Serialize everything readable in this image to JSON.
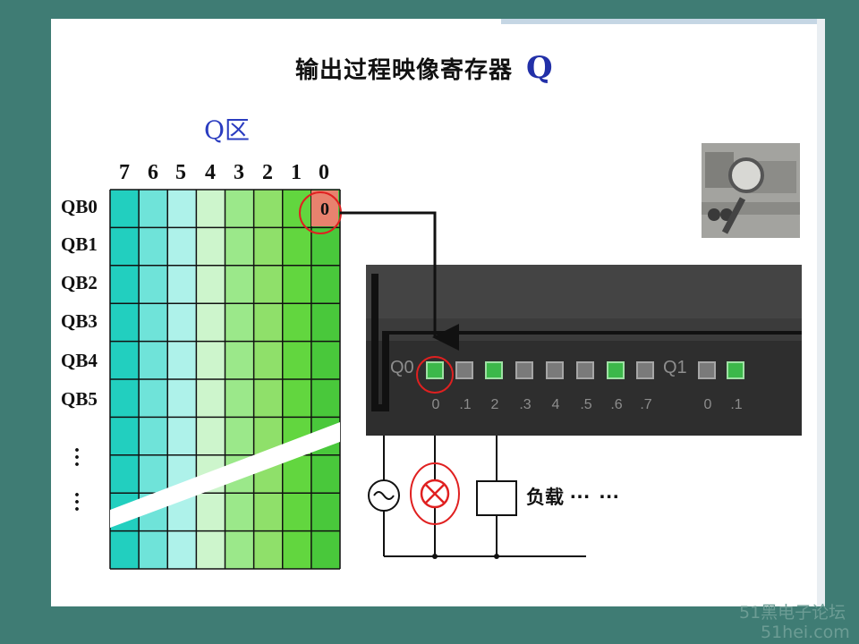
{
  "title": {
    "text": "输出过程映像寄存器",
    "symbol": "Q"
  },
  "zone_label": "Q区",
  "bit_numbers": [
    "7",
    "6",
    "5",
    "4",
    "3",
    "2",
    "1",
    "0"
  ],
  "byte_rows": [
    "QB0",
    "QB1",
    "QB2",
    "QB3",
    "QB4",
    "QB5"
  ],
  "highlighted_cell": {
    "byte": "QB0",
    "bit": "0",
    "value": "0"
  },
  "column_colors": [
    "#22cfbf",
    "#6fe3d9",
    "#aef2ea",
    "#cdf5cc",
    "#9be88a",
    "#8fe06a",
    "#62d63f",
    "#49c83b"
  ],
  "module": {
    "group_labels": [
      "Q0",
      "Q1"
    ],
    "q0_leds": [
      {
        "num": "0",
        "on": true
      },
      {
        "num": ".1",
        "on": false
      },
      {
        "num": "2",
        "on": true
      },
      {
        "num": ".3",
        "on": false
      },
      {
        "num": "4",
        "on": false
      },
      {
        "num": ".5",
        "on": false
      },
      {
        "num": ".6",
        "on": true
      },
      {
        "num": ".7",
        "on": false
      }
    ],
    "q1_leds": [
      {
        "num": "0",
        "on": false
      },
      {
        "num": ".1",
        "on": true
      }
    ]
  },
  "circuit": {
    "load_label": "负载",
    "ellipsis": "… …",
    "source_icon": "ac-source-icon",
    "lamp_icon": "lamp-icon"
  },
  "watermark": {
    "line1": "51黑电子论坛",
    "line2": "51hei.com"
  },
  "colors": {
    "background": "#3f7c74",
    "highlight_red": "#e02020",
    "led_on": "#3cb84a",
    "title_q": "#2230a8"
  }
}
